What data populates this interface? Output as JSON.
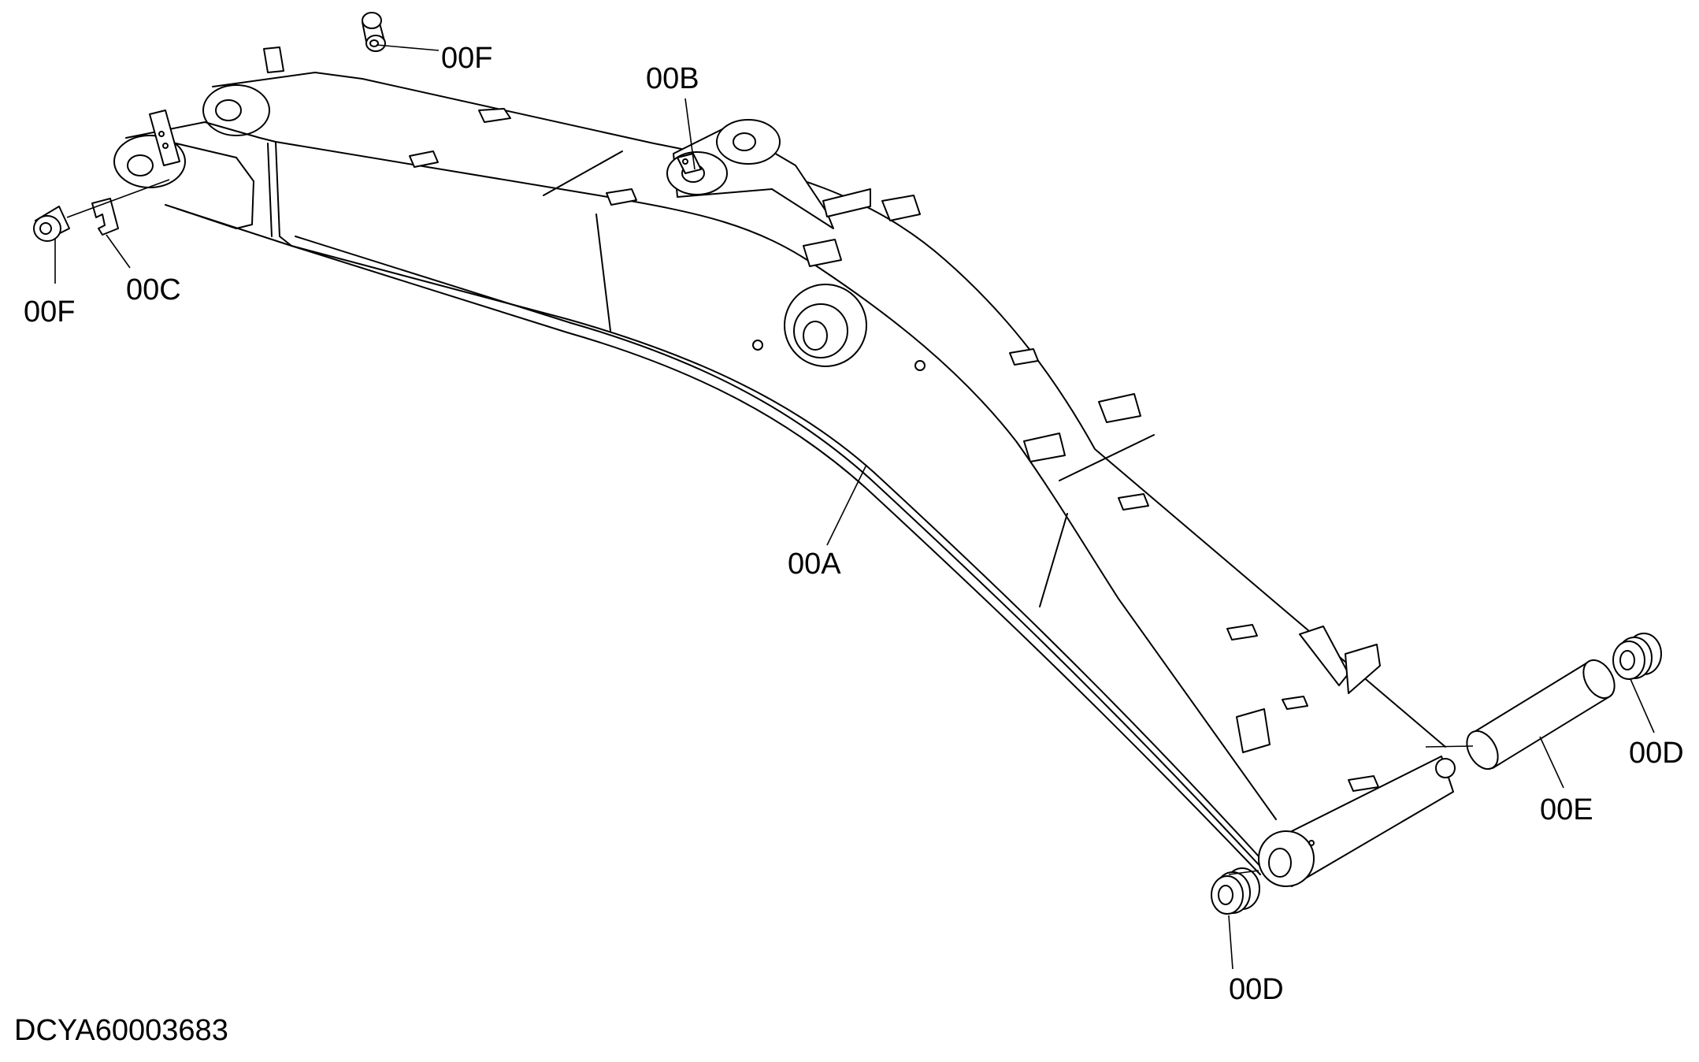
{
  "diagram": {
    "callouts": {
      "a": "00A",
      "b": "00B",
      "c": "00C",
      "d_right": "00D",
      "d_bottom": "00D",
      "e": "00E",
      "f_top": "00F",
      "f_left": "00F"
    },
    "document_id": "DCYA60003683"
  },
  "colors": {
    "line": "#000000",
    "background": "#ffffff"
  }
}
